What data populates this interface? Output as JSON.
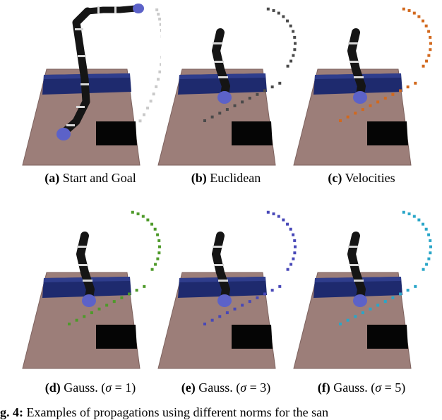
{
  "panels": [
    {
      "id": "a",
      "label": "(a)",
      "caption": "Start and Goal",
      "trail_color": "#c9c9c9",
      "arm": "start"
    },
    {
      "id": "b",
      "label": "(b)",
      "caption": "Euclidean",
      "trail_color": "#4a4a4a",
      "arm": "goal"
    },
    {
      "id": "c",
      "label": "(c)",
      "caption": "Velocities",
      "trail_color": "#d2691e",
      "arm": "goal"
    },
    {
      "id": "d",
      "label": "(d)",
      "caption_prefix": "Gauss. (",
      "sigma_symbol": "σ",
      "caption_suffix": " = 1)",
      "trail_color": "#4e9a2a",
      "arm": "goal"
    },
    {
      "id": "e",
      "label": "(e)",
      "caption_prefix": "Gauss. (",
      "sigma_symbol": "σ",
      "caption_suffix": " = 3)",
      "trail_color": "#4848b8",
      "arm": "goal"
    },
    {
      "id": "f",
      "label": "(f)",
      "caption_prefix": "Gauss. (",
      "sigma_symbol": "σ",
      "caption_suffix": " = 5)",
      "trail_color": "#2aa6c8",
      "arm": "goal"
    }
  ],
  "figure_caption": {
    "label": "g. 4:",
    "text": "Examples of propagations using different norms for the san"
  },
  "colors": {
    "table": "#9c7e79",
    "table_edge": "#7d625e",
    "block": "#1e2a6e",
    "target": "#050505",
    "arm": "#151515",
    "gripper": "#5c62c8"
  }
}
